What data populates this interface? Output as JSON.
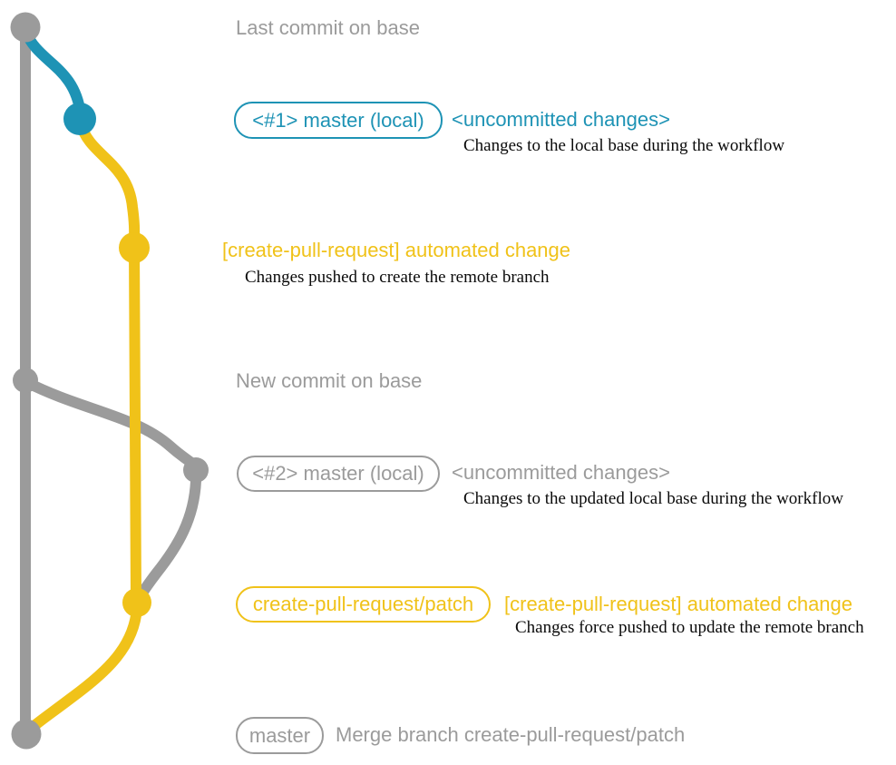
{
  "colors": {
    "teal": "#1e93b5",
    "yellow": "#f0c219",
    "gray": "#9b9b9b",
    "ink": "#0a0a0a",
    "bg": "#ffffff"
  },
  "graph": {
    "description": "git branch diagram for create-pull-request workflow",
    "branches": [
      "base (gray)",
      "local master (teal)",
      "create-pull-request/patch (yellow)"
    ],
    "commits": [
      {
        "id": "c1",
        "branch": "base",
        "color": "gray",
        "annotation": "Last commit on base"
      },
      {
        "id": "c2",
        "branch": "local",
        "color": "teal",
        "annotation": "<#1> master (local) <uncommitted changes>"
      },
      {
        "id": "c3",
        "branch": "patch",
        "color": "yellow",
        "annotation": "[create-pull-request] automated change"
      },
      {
        "id": "c4",
        "branch": "base",
        "color": "gray",
        "annotation": "New commit on base"
      },
      {
        "id": "c5",
        "branch": "local",
        "color": "gray",
        "annotation": "<#2> master (local) <uncommitted changes>"
      },
      {
        "id": "c6",
        "branch": "patch",
        "color": "yellow",
        "annotation": "create-pull-request/patch [create-pull-request] automated change"
      },
      {
        "id": "c7",
        "branch": "base",
        "color": "gray",
        "annotation": "master Merge branch create-pull-request/patch"
      }
    ]
  },
  "annotations": {
    "last_commit": {
      "text": "Last commit on base"
    },
    "row1": {
      "badge": "<#1> master (local)",
      "title": "<uncommitted changes>",
      "subtitle": "Changes to the local base during the workflow"
    },
    "row2": {
      "title": "[create-pull-request] automated change",
      "subtitle": "Changes pushed to create the remote branch"
    },
    "new_commit": {
      "text": "New commit on base"
    },
    "row3": {
      "badge": "<#2> master (local)",
      "title": "<uncommitted changes>",
      "subtitle": "Changes to the updated local base during the workflow"
    },
    "row4": {
      "badge": "create-pull-request/patch",
      "title": "[create-pull-request] automated change",
      "subtitle": "Changes force pushed to update the remote branch"
    },
    "row5": {
      "badge": "master",
      "title": "Merge branch create-pull-request/patch"
    }
  }
}
